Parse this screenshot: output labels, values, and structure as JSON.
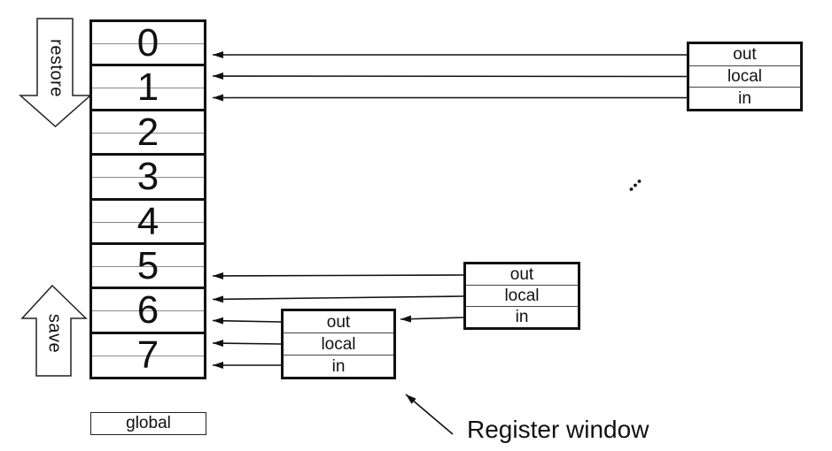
{
  "diagram": {
    "register_file": {
      "rows": [
        "0",
        "1",
        "2",
        "3",
        "4",
        "5",
        "6",
        "7"
      ],
      "global_label": "global"
    },
    "actions": {
      "restore": "restore",
      "save": "save"
    },
    "register_windows": [
      {
        "position": "top-right",
        "rows": [
          "out",
          "local",
          "in"
        ]
      },
      {
        "position": "middle",
        "rows": [
          "out",
          "local",
          "in"
        ]
      },
      {
        "position": "bottom-left",
        "rows": [
          "out",
          "local",
          "in"
        ]
      }
    ],
    "annotation_label": "Register window",
    "ellipsis_symbol": "⋰",
    "colors": {
      "ink": "#111111",
      "thin_divider": "#8a8a8a",
      "background": "#ffffff"
    }
  }
}
